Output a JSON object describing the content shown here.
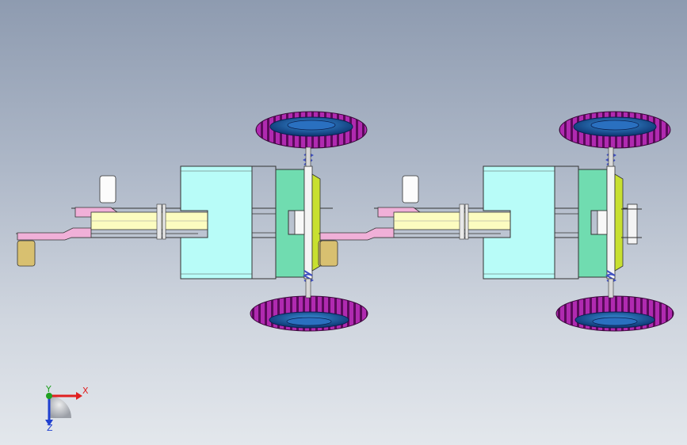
{
  "viewport": {
    "background_top": "#8e9bb0",
    "background_bottom": "#e3e7ec"
  },
  "triad": {
    "x_label": "X",
    "y_label": "Y",
    "z_label": "Z",
    "x_color": "#e02020",
    "y_color": "#20a020",
    "z_color": "#2040d0"
  },
  "colors": {
    "tire": "#b02ab0",
    "tire_dark": "#5a0a5a",
    "hub": "#1c5aa0",
    "body_cyan": "#b8fcf8",
    "body_green": "#70dcb0",
    "arm_yellow": "#fcfcc0",
    "arm_pink": "#f0b0d8",
    "pedal": "#d8c070",
    "pad_white": "#fcfcfc",
    "axle_plate": "#c8e030",
    "spring": "#4050c0"
  },
  "icons": {
    "triad": "coordinate-triad-icon"
  }
}
